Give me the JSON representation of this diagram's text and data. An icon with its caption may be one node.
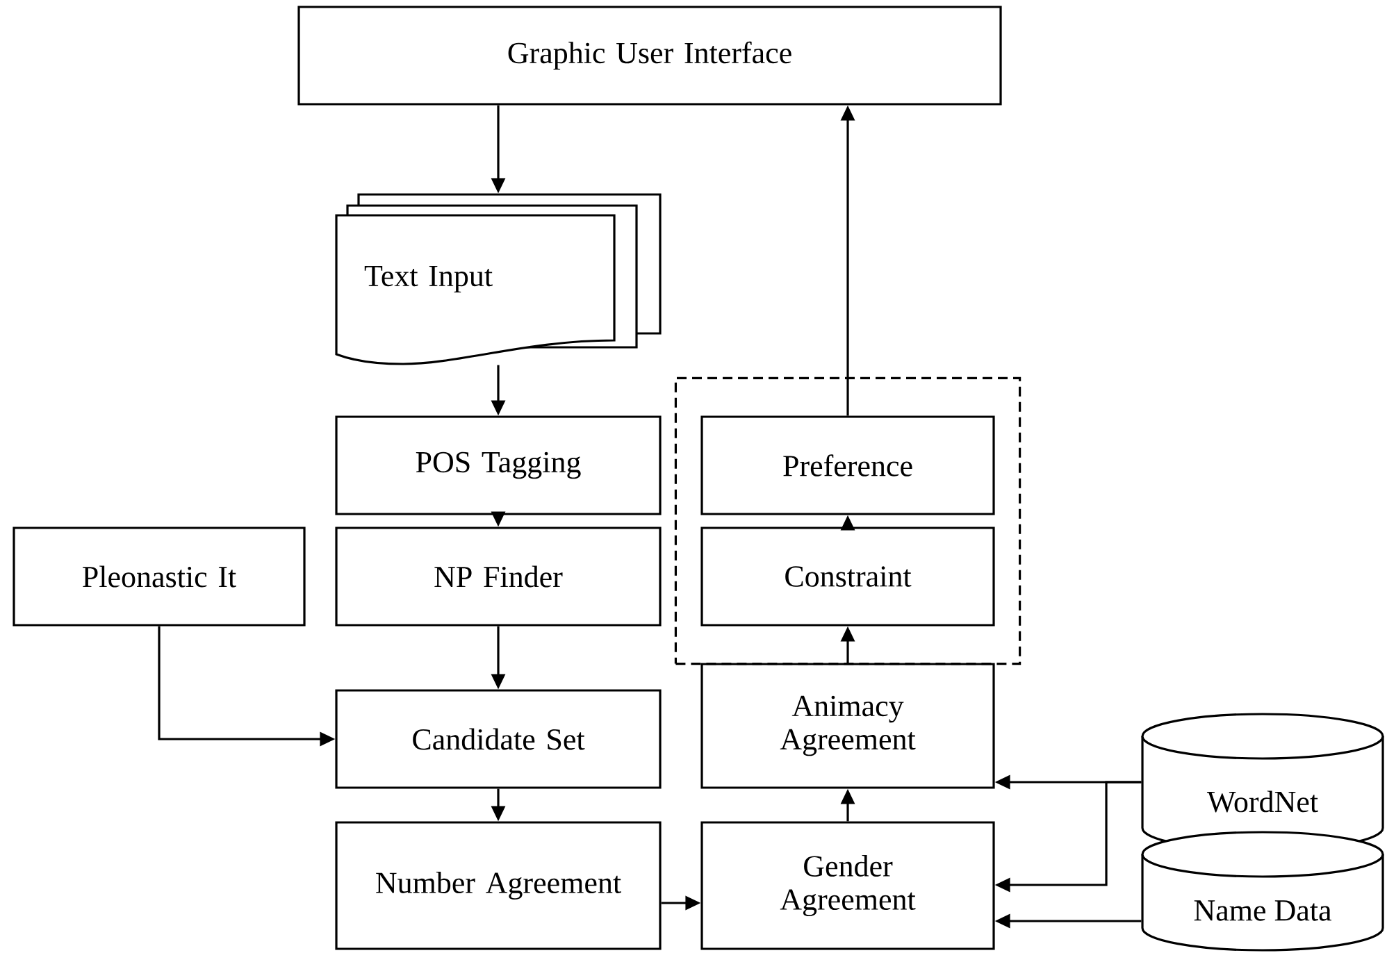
{
  "diagram": {
    "nodes": [
      {
        "text": [
          "Graphic User Interface"
        ]
      },
      {
        "text": [
          "Text Input"
        ]
      },
      {
        "text": [
          "POS Tagging"
        ]
      },
      {
        "text": [
          "Pleonastic It"
        ]
      },
      {
        "text": [
          "NP Finder"
        ]
      },
      {
        "text": [
          "Candidate Set"
        ]
      },
      {
        "text": [
          "Number Agreement"
        ]
      },
      {
        "text": [],
        "shape": "box"
      },
      {
        "text": [
          "Preference"
        ],
        "in": 7
      },
      {
        "text": [
          "Constraint"
        ],
        "in": 7
      },
      {
        "text": [
          "Animacy Agreement"
        ]
      },
      {
        "text": [
          "Gender Agreement"
        ]
      },
      {
        "text": [
          "WordNet"
        ]
      },
      {
        "text": [
          "Name Data"
        ]
      }
    ],
    "edges": [
      {
        "from": 0,
        "to": 1,
        "arrow": "to"
      },
      {
        "from": 1,
        "to": 2,
        "arrow": "to"
      },
      {
        "from": 2,
        "to": 4,
        "arrow": "to"
      },
      {
        "from": 4,
        "to": 5,
        "arrow": "to"
      },
      {
        "from": 3,
        "to": 5,
        "arrow": "to"
      },
      {
        "from": 5,
        "to": 6,
        "arrow": "to"
      },
      {
        "from": 6,
        "to": 11,
        "arrow": "to"
      },
      {
        "from": 11,
        "to": 10,
        "arrow": "to"
      },
      {
        "from": 10,
        "to": 9,
        "arrow": "to"
      },
      {
        "from": 9,
        "to": 8,
        "arrow": "to"
      },
      {
        "from": 8,
        "to": 0,
        "arrow": "to"
      },
      {
        "from": 12,
        "to": 10,
        "arrow": "to"
      },
      {
        "from": 12,
        "to": 11,
        "arrow": "to"
      },
      {
        "from": 13,
        "to": 11,
        "arrow": "to"
      }
    ]
  }
}
